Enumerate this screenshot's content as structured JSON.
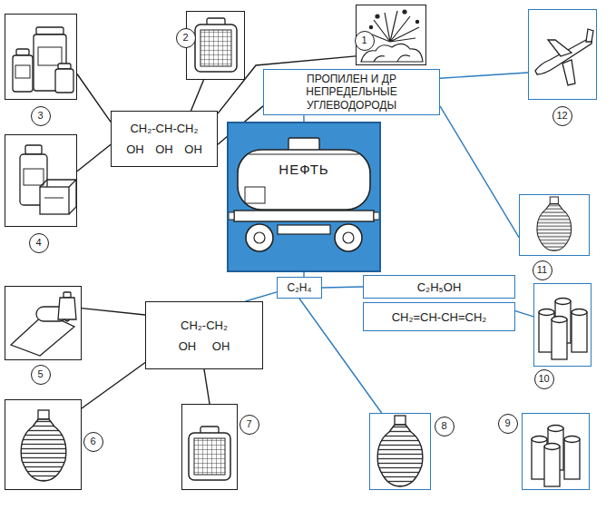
{
  "diagram": {
    "nodes": [
      {
        "text": [
          "2"
        ]
      },
      {
        "text": [
          "1"
        ]
      },
      {
        "text": [
          "12"
        ]
      },
      {
        "text": [
          "3"
        ]
      },
      {
        "text": [
          "CH₂-CH-CH₂",
          "OH OH OH"
        ]
      },
      {
        "text": [
          "ПРОПИЛЕН И ДР НЕПРЕДЕЛЬНЫЕ УГЛЕВОДОРОДЫ"
        ]
      },
      {
        "text": [
          "4"
        ]
      },
      {
        "text": [
          "НЕФТЬ"
        ]
      },
      {
        "text": [
          "11"
        ]
      },
      {
        "text": [
          "C₂H₄"
        ]
      },
      {
        "text": [
          "C₂H₅OH"
        ]
      },
      {
        "text": [
          "CH₂=CH-CH=CH₂"
        ]
      },
      {
        "text": [
          "5"
        ]
      },
      {
        "text": [
          "CH₂-CH₂",
          "OH OH"
        ]
      },
      {
        "text": [
          "10"
        ]
      },
      {
        "text": [
          "6"
        ]
      },
      {
        "text": [
          "7"
        ]
      },
      {
        "text": [
          "8"
        ]
      },
      {
        "text": [
          "9"
        ]
      }
    ],
    "edges": [
      {
        "from": 4,
        "to": 1,
        "arrow": "none"
      },
      {
        "from": 4,
        "to": 0,
        "arrow": "none"
      },
      {
        "from": 4,
        "to": 3,
        "arrow": "none"
      },
      {
        "from": 4,
        "to": 6,
        "arrow": "none"
      },
      {
        "from": 5,
        "to": 4,
        "arrow": "none"
      },
      {
        "from": 7,
        "to": 5,
        "arrow": "none"
      },
      {
        "from": 5,
        "to": 2,
        "arrow": "none"
      },
      {
        "from": 5,
        "to": 8,
        "arrow": "none"
      },
      {
        "from": 7,
        "to": 9,
        "arrow": "none"
      },
      {
        "from": 9,
        "to": 13,
        "arrow": "none"
      },
      {
        "from": 9,
        "to": 10,
        "arrow": "none"
      },
      {
        "from": 9,
        "to": 17,
        "arrow": "none"
      },
      {
        "from": 11,
        "to": 14,
        "arrow": "none"
      },
      {
        "from": 13,
        "to": 12,
        "arrow": "none"
      },
      {
        "from": 13,
        "to": 15,
        "arrow": "none"
      },
      {
        "from": 13,
        "to": 16,
        "arrow": "none"
      }
    ]
  }
}
